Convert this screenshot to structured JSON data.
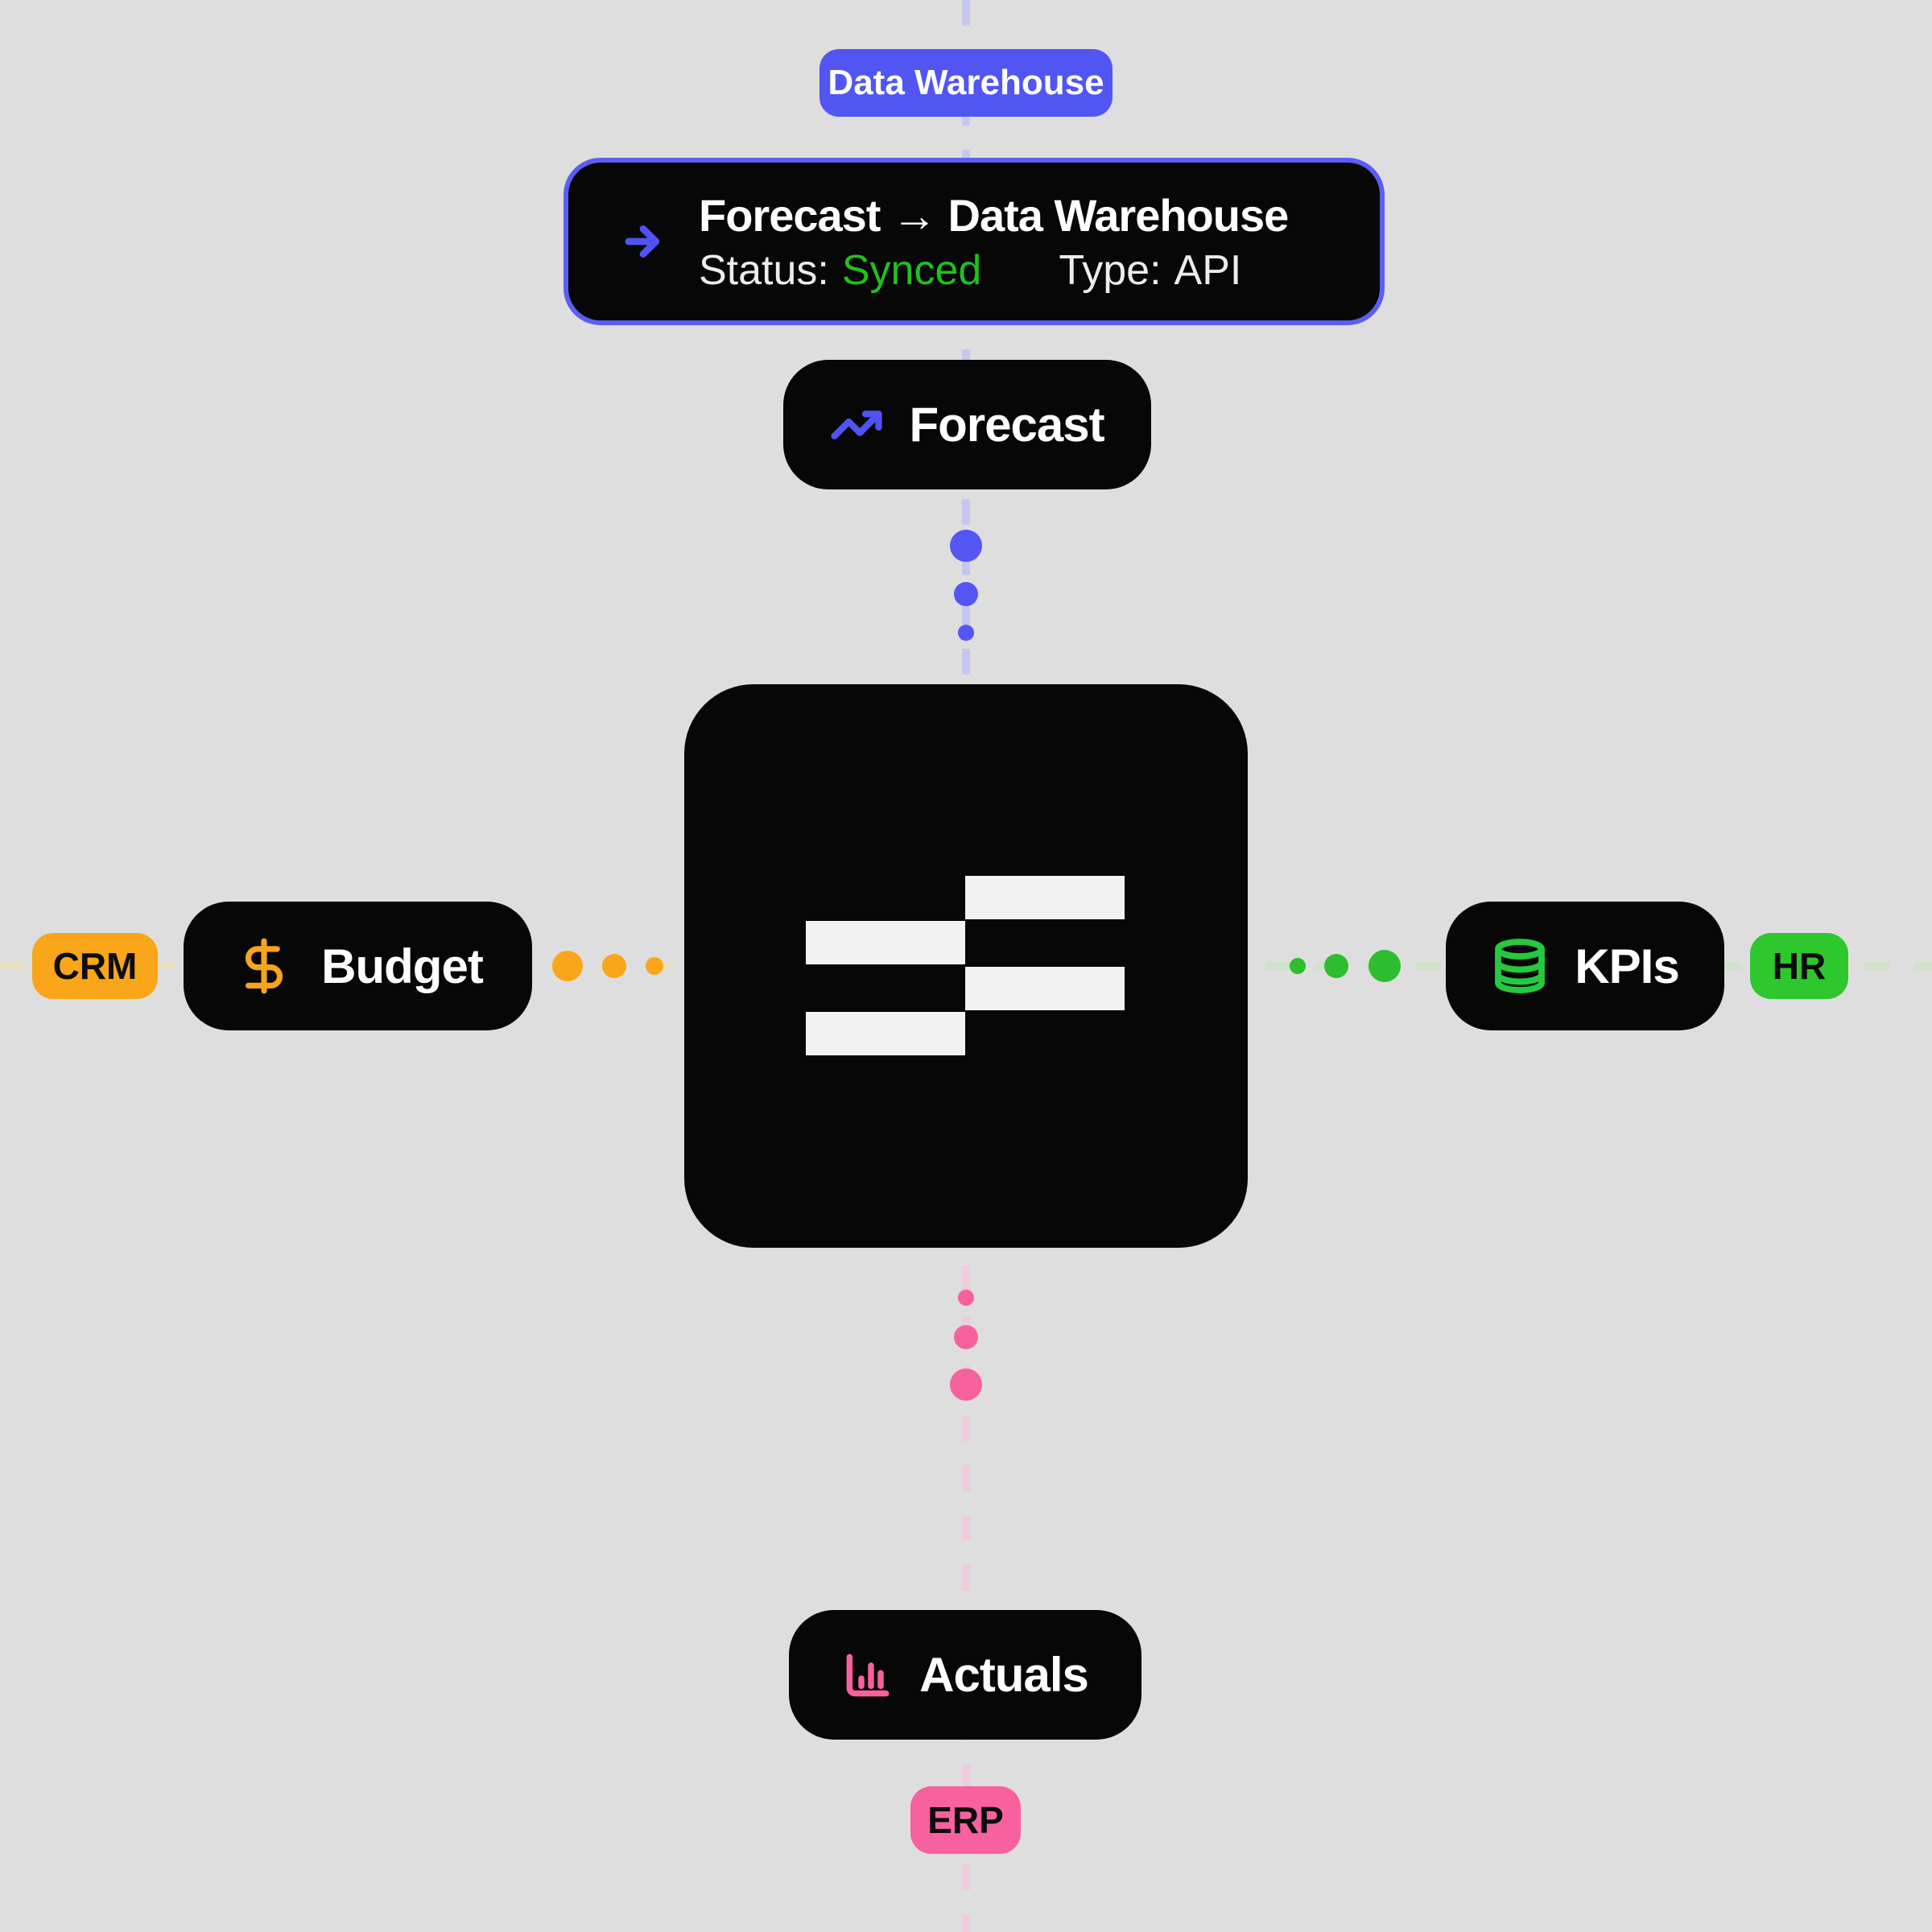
{
  "canvas": {
    "background": "#dfdede"
  },
  "top_badge": {
    "label": "Data Warehouse",
    "color": "#5156f2"
  },
  "tooltip": {
    "title": "Forecast → Data Warehouse",
    "status_label": "Status:",
    "status_value": "Synced",
    "status_color": "#1fc11f",
    "type_label": "Type:",
    "type_value": "API",
    "border_color": "#5a5ef5",
    "icon": "arrow-right-icon"
  },
  "hub": {
    "icon": "stacked-bars-logo",
    "background": "#070707"
  },
  "nodes": [
    {
      "id": "forecast",
      "label": "Forecast",
      "icon": "trending-up-icon",
      "accent": "#4f53f2",
      "position": "top"
    },
    {
      "id": "budget",
      "label": "Budget",
      "icon": "dollar-sign-icon",
      "accent": "#f6a41d",
      "position": "left"
    },
    {
      "id": "kpis",
      "label": "KPIs",
      "icon": "database-icon",
      "accent": "#25c93e",
      "position": "right"
    },
    {
      "id": "actuals",
      "label": "Actuals",
      "icon": "bar-chart-icon",
      "accent": "#f7619f",
      "position": "bottom"
    }
  ],
  "source_badges": [
    {
      "id": "crm",
      "label": "CRM",
      "color": "#f9a61b",
      "position": "left"
    },
    {
      "id": "hr",
      "label": "HR",
      "color": "#2ec72e",
      "position": "right"
    },
    {
      "id": "erp",
      "label": "ERP",
      "color": "#f7619f",
      "position": "bottom"
    }
  ],
  "flow_dots": {
    "top_color": "#5356f2",
    "left_color": "#f9a61b",
    "right_color": "#2dbe2d",
    "bottom_color": "#f7619f"
  },
  "dashed_lines": {
    "top_color": "#c5c7ec",
    "bottom_color": "#ecccdd",
    "left_color": "#e6dfc4",
    "right_color": "#cee3c9"
  }
}
